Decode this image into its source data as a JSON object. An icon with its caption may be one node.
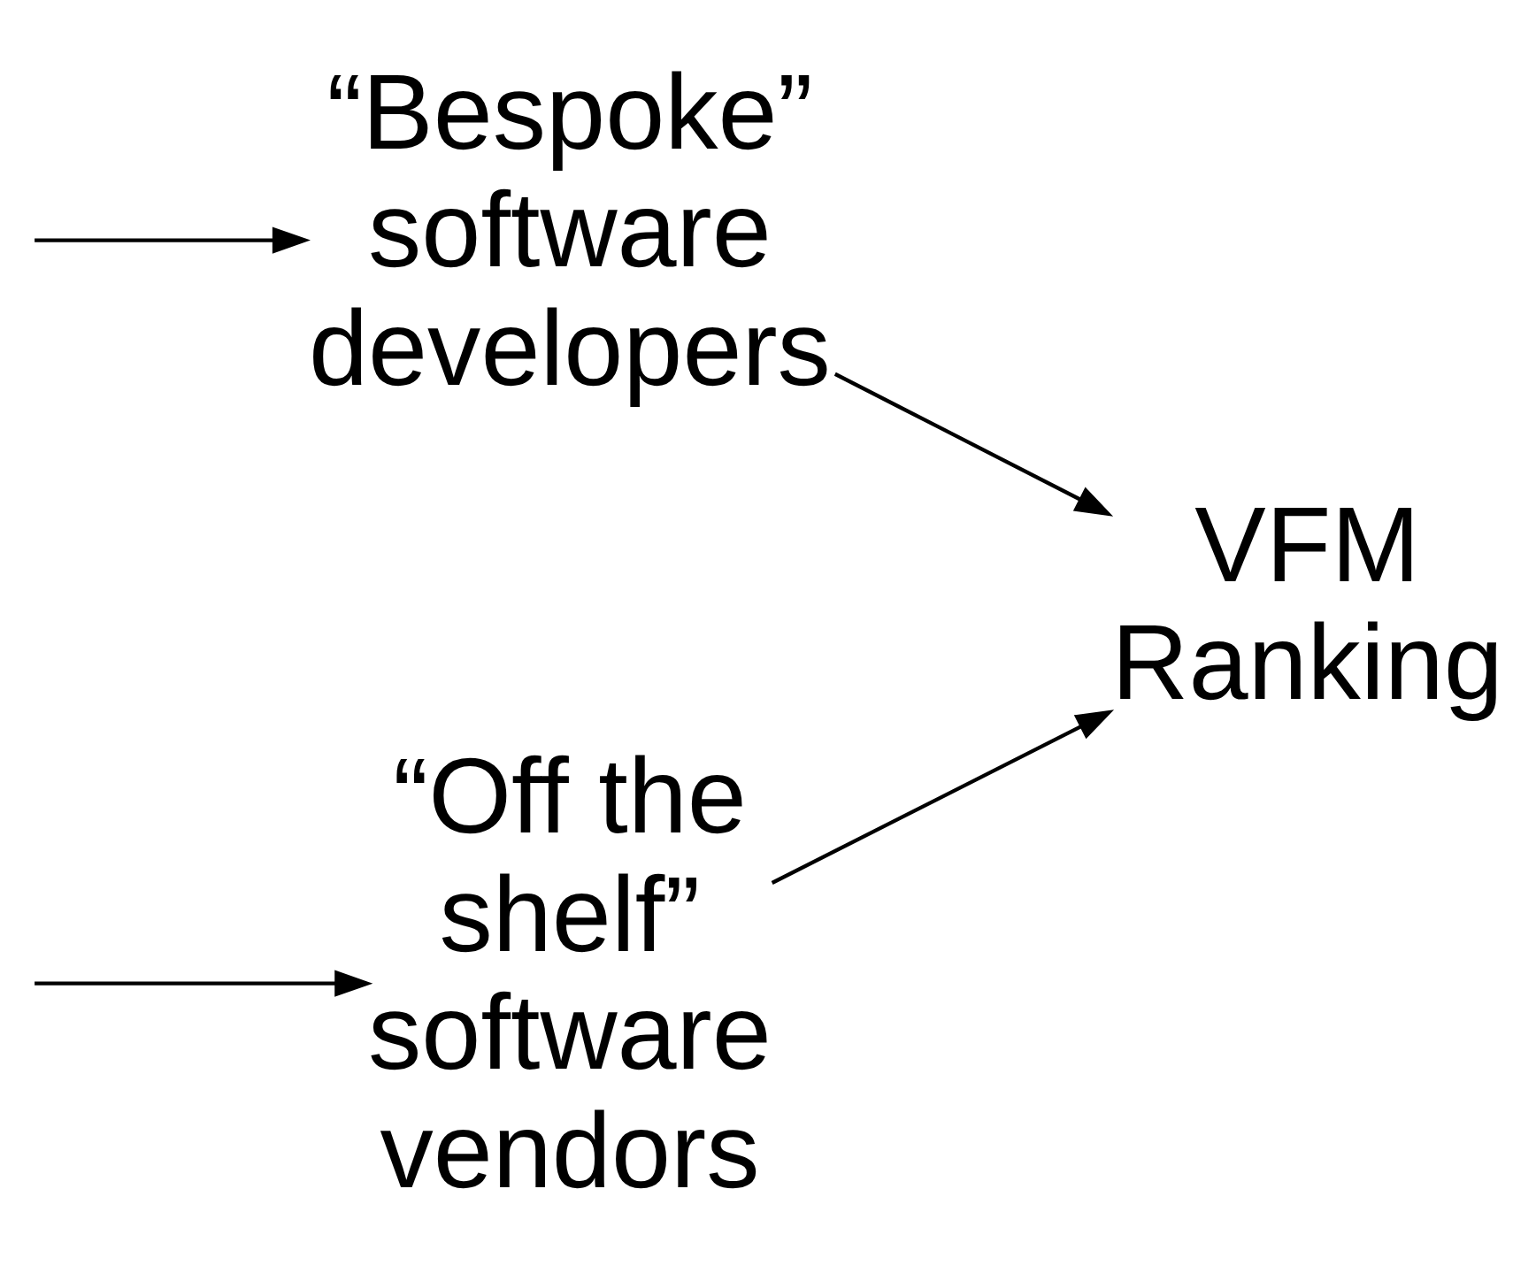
{
  "diagram": {
    "nodes": [
      {
        "text": [
          "“Off the shelf” software vendors"
        ]
      },
      {
        "text": [
          "“Bespoke” software developers"
        ]
      },
      {
        "text": [
          "VFM Ranking"
        ]
      }
    ],
    "edges": [
      {
        "from": null,
        "to": 0,
        "arrow": "to"
      },
      {
        "from": null,
        "to": 1,
        "arrow": "to"
      },
      {
        "from": 0,
        "to": 2,
        "arrow": "to"
      },
      {
        "from": 1,
        "to": 2,
        "arrow": "to"
      }
    ]
  }
}
